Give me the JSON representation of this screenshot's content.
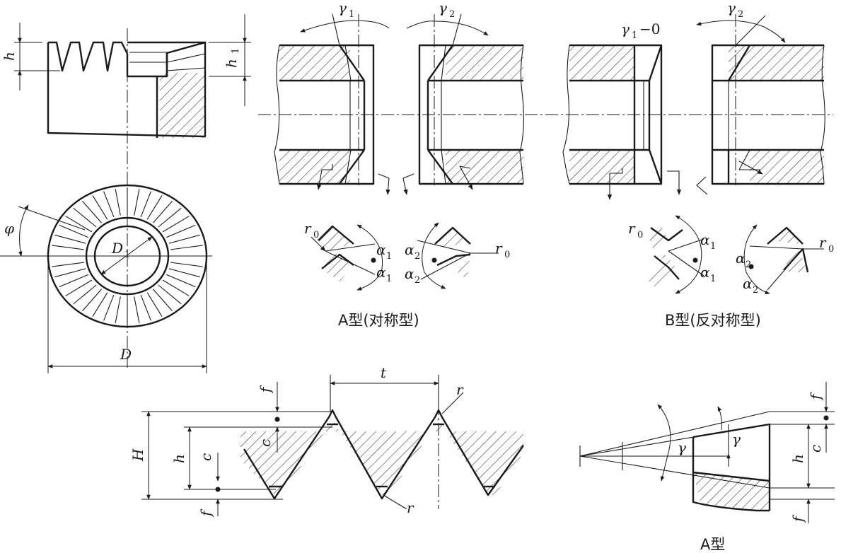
{
  "labels": {
    "h": "h",
    "h1": "h",
    "h1_sub": "1",
    "phi": "φ",
    "D1": "D",
    "D1_sub": "1",
    "D": "D",
    "gamma1": "γ",
    "gamma1_sub": "1",
    "gamma2": "γ",
    "gamma2_sub": "2",
    "gamma1_0": "γ",
    "gamma1_0_sub": "1",
    "gamma1_0_suffix": "−0",
    "gamma2_b": "γ",
    "gamma2_b_sub": "2",
    "r0": "r",
    "r0_sub": "0",
    "alpha": "α",
    "alpha1_sub": "1",
    "alpha2_sub": "2",
    "t": "t",
    "r": "r",
    "H": "H",
    "c": "c",
    "f": "f",
    "gamma": "γ"
  },
  "captions": {
    "type_a_sym": "A型(对称型)",
    "type_b_antisym": "B型(反对称型)",
    "type_a": "A型"
  }
}
